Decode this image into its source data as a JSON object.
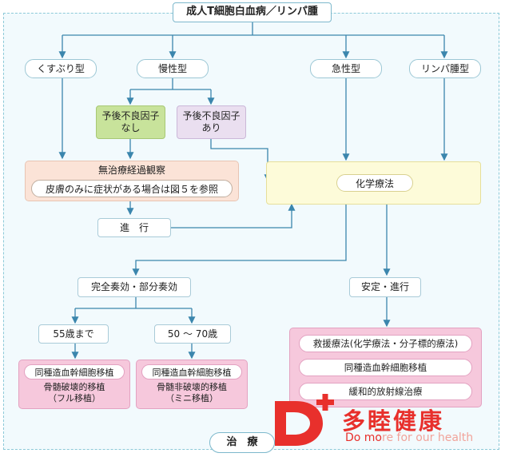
{
  "title": "成人T細胞白血病／リンパ腫",
  "types": {
    "smoldering": "くすぶり型",
    "chronic": "慢性型",
    "acute": "急性型",
    "lymphoma": "リンパ腫型"
  },
  "prognosis": {
    "no_factor": [
      "予後不良因子",
      "なし"
    ],
    "with_factor": [
      "予後不良因子",
      "あり"
    ]
  },
  "watchful": {
    "title": "無治療経過観察",
    "note": "皮膚のみに症状がある場合は図５を参照"
  },
  "progression": "進　行",
  "chemo": "化学療法",
  "response": "完全奏効・部分奏効",
  "stable": "安定・進行",
  "age_young": "55歳まで",
  "age_old": "50 ～ 70歳",
  "transplant_full": {
    "title": "同種造血幹細胞移植",
    "sub": [
      "骨髄破壊的移植",
      "（フル移植）"
    ]
  },
  "transplant_mini": {
    "title": "同種造血幹細胞移植",
    "sub": [
      "骨髄非破壊的移植",
      "（ミニ移植）"
    ]
  },
  "salvage": {
    "title": "救援療法(化学療法・分子標的療法)",
    "items": [
      "同種造血幹細胞移植",
      "緩和的放射線治療"
    ]
  },
  "footer": "治　療",
  "logo": {
    "name_cn": "多睦健康",
    "tagline_a": "Do mo",
    "tagline_b": "re for our health",
    "color": "#e8302c"
  },
  "colors": {
    "arrow": "#3b86ad",
    "green": "#c8e39b",
    "lavender": "#eadff0",
    "peach": "#fbe3d7",
    "yellow": "#fdfbd9",
    "pink": "#f6c8dc"
  }
}
